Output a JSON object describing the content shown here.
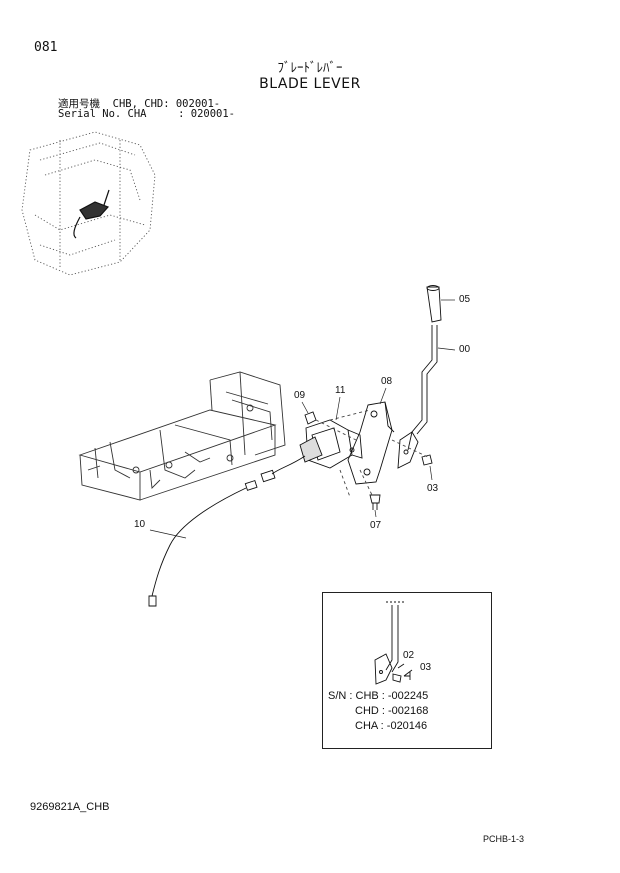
{
  "header": {
    "page_number": "081",
    "title_jp": "ﾌﾞﾚｰﾄﾞﾚﾊﾞｰ",
    "title_en": "BLADE LEVER",
    "serial_line_1": "適用号機  CHB, CHD: 002001-",
    "serial_line_2": "Serial No. CHA     : 020001-"
  },
  "callouts": {
    "c05": "05",
    "c00": "00",
    "c08": "08",
    "c11": "11",
    "c09": "09",
    "c03": "03",
    "c07": "07",
    "c10": "10"
  },
  "inset": {
    "c02": "02",
    "c03": "03",
    "sn_line_1": "S/N : CHB : -002245",
    "sn_line_2": "CHD : -002168",
    "sn_line_3": "CHA : -020146"
  },
  "footer": {
    "doc_code": "9269821A_CHB",
    "page_code": "PCHB-1-3"
  }
}
